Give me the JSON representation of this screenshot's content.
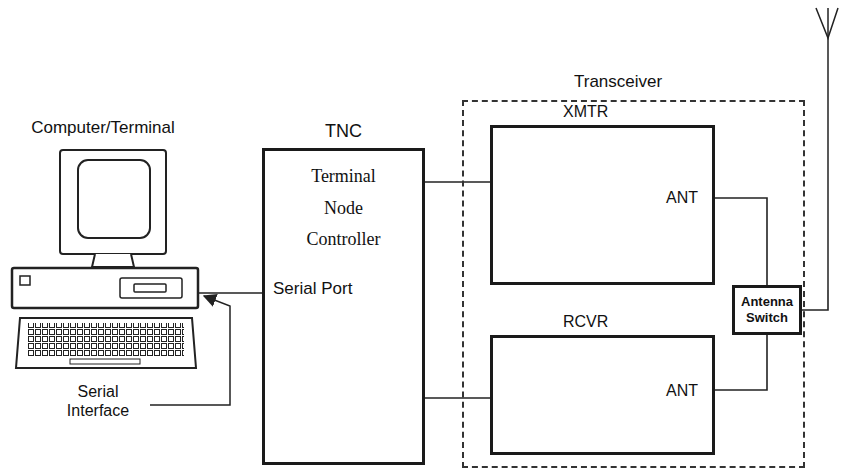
{
  "diagram": {
    "nodes": [
      {
        "text": [
          "Computer/Terminal"
        ]
      },
      {
        "text": [
          "TNC",
          "Terminal Node Controller",
          "Serial Port"
        ]
      },
      {
        "text": [
          "Transceiver"
        ]
      },
      {
        "text": [
          "XMTR",
          "ANT"
        ],
        "in": 2
      },
      {
        "text": [
          "RCVR",
          "ANT"
        ],
        "in": 2
      },
      {
        "text": [
          "Antenna Switch"
        ],
        "in": 2
      }
    ],
    "edges": [
      {
        "from": 0,
        "to": 1,
        "arrow": "none"
      },
      {
        "from": 1,
        "to": 3,
        "arrow": "none"
      },
      {
        "from": 1,
        "to": 4,
        "arrow": "none"
      },
      {
        "from": 3,
        "to": 5,
        "arrow": "none"
      },
      {
        "from": 4,
        "to": 5,
        "arrow": "none"
      }
    ],
    "labels": [
      "Serial Interface"
    ]
  }
}
